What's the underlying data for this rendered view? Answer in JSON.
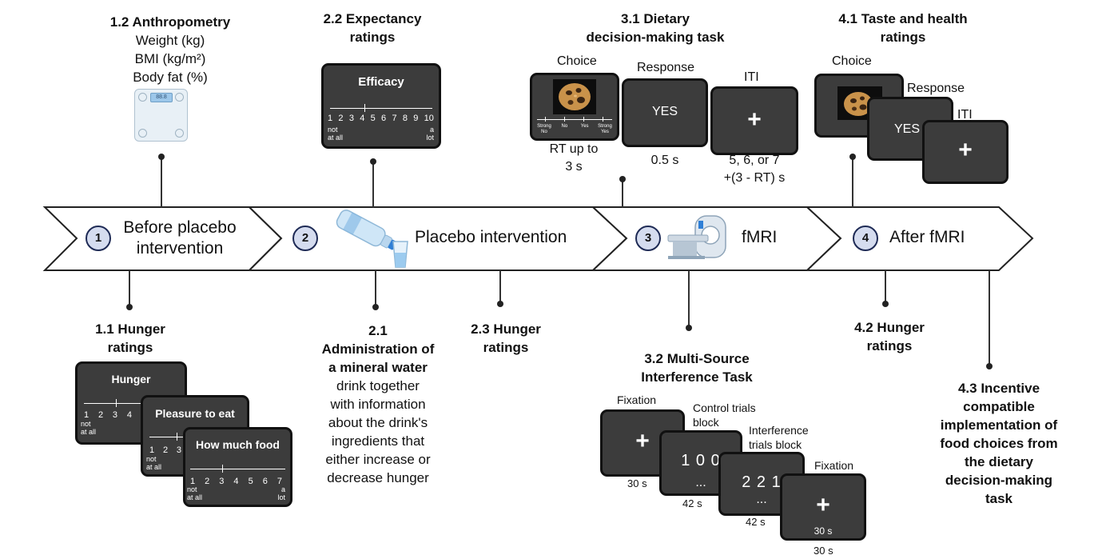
{
  "stages": {
    "s1": {
      "number": "1",
      "line1": "Before placebo",
      "line2": "intervention"
    },
    "s2": {
      "number": "2",
      "label": "Placebo intervention"
    },
    "s3": {
      "number": "3",
      "label": "fMRI"
    },
    "s4": {
      "number": "4",
      "label": "After fMRI"
    }
  },
  "anthropometry": {
    "title": "1.2 Anthropometry",
    "lines": [
      "Weight (kg)",
      "BMI (kg/m²)",
      "Body fat (%)"
    ],
    "scale_display": "88.8"
  },
  "expectancy": {
    "title_l1": "2.2 Expectancy",
    "title_l2": "ratings",
    "screen_title": "Efficacy",
    "scale": [
      "1",
      "2",
      "3",
      "4",
      "5",
      "6",
      "7",
      "8",
      "9",
      "10"
    ],
    "left_anchor_l1": "not",
    "left_anchor_l2": "at all",
    "right_anchor_l1": "a",
    "right_anchor_l2": "lot"
  },
  "dietary": {
    "title_l1": "3.1 Dietary",
    "title_l2": "decision-making task",
    "choice_label": "Choice",
    "response_label": "Response",
    "iti_label": "ITI",
    "choice_options": [
      "Strong No",
      "No",
      "Yes",
      "Strong Yes"
    ],
    "response_text": "YES",
    "iti_symbol": "+",
    "choice_time_l1": "RT up to",
    "choice_time_l2": "3 s",
    "response_time": "0.5 s",
    "iti_time_l1": "5, 6, or 7",
    "iti_time_l2": "+(3 - RT) s"
  },
  "taste": {
    "title_l1": "4.1 Taste and health",
    "title_l2": "ratings",
    "choice_label": "Choice",
    "response_label": "Response",
    "iti_label": "ITI",
    "response_text": "YES",
    "iti_symbol": "+"
  },
  "hunger11": {
    "title_l1": "1.1 Hunger",
    "title_l2": "ratings",
    "screen1_title": "Hunger",
    "screen2_title": "Pleasure to eat",
    "screen3_title": "How much food",
    "scale": [
      "1",
      "2",
      "3",
      "4",
      "5",
      "6",
      "7"
    ],
    "left_anchor_l1": "not",
    "left_anchor_l2": "at all",
    "right_anchor_l1": "a",
    "right_anchor_l2": "lot"
  },
  "admin": {
    "title_l1": "2.1",
    "title_l2": "Administration of",
    "title_l3": "a mineral water",
    "body": [
      "drink together",
      "with information",
      "about the drink's",
      "ingredients that",
      "either increase or",
      "decrease hunger"
    ]
  },
  "hunger23": {
    "title_l1": "2.3 Hunger",
    "title_l2": "ratings"
  },
  "msit": {
    "title_l1": "3.2 Multi-Source",
    "title_l2": "Interference Task",
    "fixation_label": "Fixation",
    "control_l1": "Control trials",
    "control_l2": "block",
    "interference_l1": "Interference",
    "interference_l2": "trials block",
    "fixation2_label": "Fixation",
    "fix_symbol": "+",
    "control_digits": "1 0 0",
    "interference_digits": "2 2 1",
    "ellipsis": "...",
    "t_fix1": "30 s",
    "t_control": "42 s",
    "t_interf": "42 s",
    "t_fix2_inside": "30 s",
    "t_fix2": "30 s"
  },
  "hunger42": {
    "title_l1": "4.2 Hunger",
    "title_l2": "ratings"
  },
  "incentive": {
    "lines": [
      "4.3 Incentive",
      "compatible",
      "implementation of",
      "food choices from",
      "the dietary",
      "decision-making",
      "task"
    ]
  },
  "colors": {
    "arrow_fill": "#ffffff",
    "arrow_stroke": "#222222",
    "badge_fill": "#d5dcef",
    "screen": "#3c3c3c"
  }
}
